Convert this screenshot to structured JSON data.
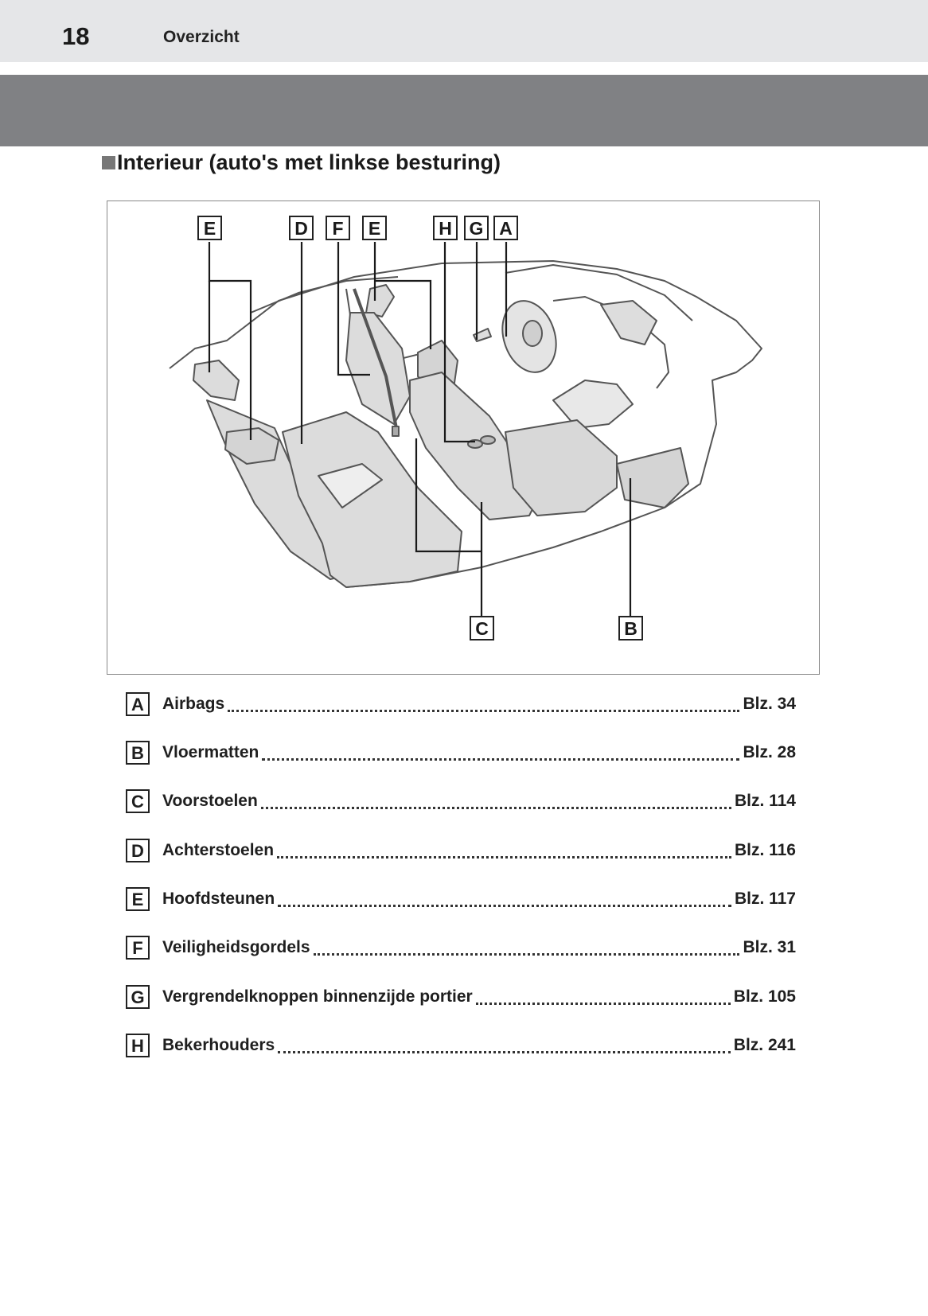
{
  "header": {
    "page_number": "18",
    "section": "Overzicht"
  },
  "title": "Interieur (auto's met linkse besturing)",
  "figure": {
    "top_labels": [
      "E",
      "D",
      "F",
      "E",
      "H",
      "G",
      "A"
    ],
    "bottom_labels": [
      "C",
      "B"
    ]
  },
  "legend": [
    {
      "key": "A",
      "label": "Airbags",
      "page": "Blz. 34"
    },
    {
      "key": "B",
      "label": "Vloermatten",
      "page": "Blz. 28"
    },
    {
      "key": "C",
      "label": "Voorstoelen",
      "page": "Blz. 114"
    },
    {
      "key": "D",
      "label": "Achterstoelen",
      "page": "Blz. 116"
    },
    {
      "key": "E",
      "label": "Hoofdsteunen",
      "page": "Blz. 117"
    },
    {
      "key": "F",
      "label": "Veiligheidsgordels",
      "page": "Blz. 31"
    },
    {
      "key": "G",
      "label": "Vergrendelknoppen binnenzijde portier",
      "page": "Blz. 105"
    },
    {
      "key": "H",
      "label": "Bekerhouders",
      "page": "Blz. 241"
    }
  ]
}
